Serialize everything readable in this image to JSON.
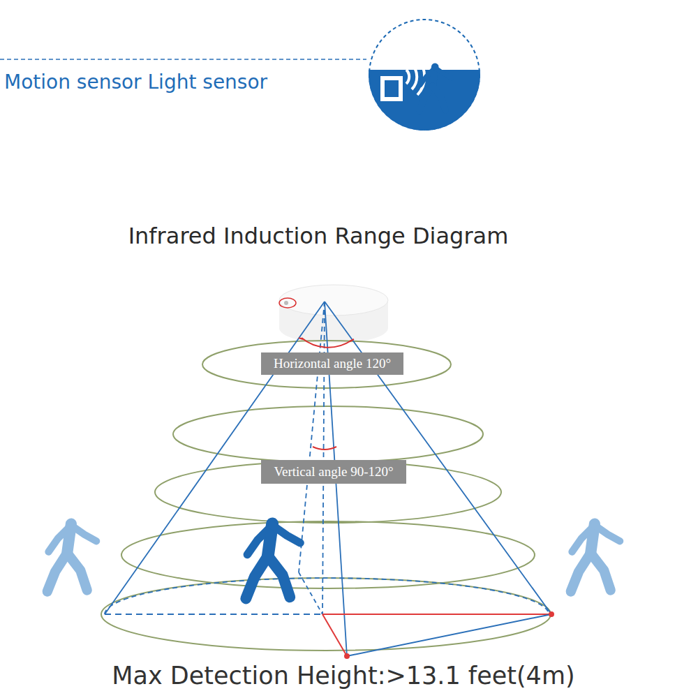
{
  "diagram": {
    "title": "Infrared Induction Range Diagram",
    "caption": "Max Detection Height:>13.1 feet(4m)",
    "nodes": [
      {
        "text": [
          "Horizontal angle 120°"
        ]
      },
      {
        "text": [
          "Vertical angle 90-120°"
        ]
      }
    ],
    "labels": [
      "Motion sensor Light sensor"
    ]
  }
}
